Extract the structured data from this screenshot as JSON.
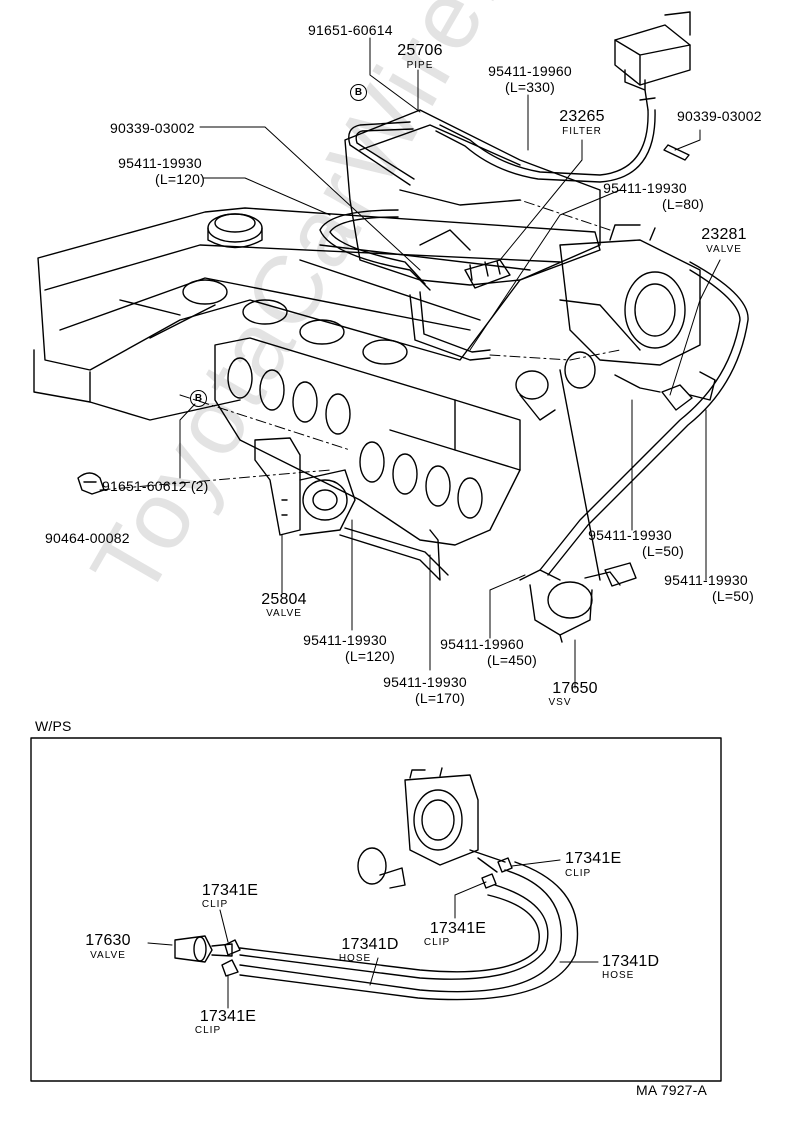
{
  "watermark": "ToyotaCarWire.ru",
  "figure_code": "MA 7927-A",
  "inset_heading": "W/PS",
  "markers": [
    "B",
    "B"
  ],
  "callouts": {
    "p91651_60614": "91651-60614",
    "p25706": {
      "no": "25706",
      "name": "PIPE"
    },
    "p95411_19960_top": {
      "no": "95411-19960",
      "len": "(L=330)"
    },
    "p23265": {
      "no": "23265",
      "name": "FILTER"
    },
    "p90339_left": "90339-03002",
    "p90339_right": "90339-03002",
    "p95411_19930_120a": {
      "no": "95411-19930",
      "len": "(L=120)"
    },
    "p95411_19930_80": {
      "no": "95411-19930",
      "len": "(L=80)"
    },
    "p23281": {
      "no": "23281",
      "name": "VALVE"
    },
    "p91651_60612": "91651-60612 (2)",
    "p90464": "90464-00082",
    "p25804": {
      "no": "25804",
      "name": "VALVE"
    },
    "p95411_19930_120b": {
      "no": "95411-19930",
      "len": "(L=120)"
    },
    "p95411_19930_170": {
      "no": "95411-19930",
      "len": "(L=170)"
    },
    "p95411_19930_50a": {
      "no": "95411-19930",
      "len": "(L=50)"
    },
    "p95411_19930_50b": {
      "no": "95411-19930",
      "len": "(L=50)"
    },
    "p95411_19960_bottom": {
      "no": "95411-19960",
      "len": "(L=450)"
    },
    "p17650": {
      "no": "17650",
      "name": "VSV"
    }
  },
  "inset_callouts": {
    "clip_top_right": {
      "no": "17341E",
      "name": "CLIP"
    },
    "clip_left_top": {
      "no": "17341E",
      "name": "CLIP"
    },
    "valve_17630": {
      "no": "17630",
      "name": "VALVE"
    },
    "clip_center": {
      "no": "17341E",
      "name": "CLIP"
    },
    "hose_center": {
      "no": "17341D",
      "name": "HOSE"
    },
    "hose_right": {
      "no": "17341D",
      "name": "HOSE"
    },
    "clip_left_bottom": {
      "no": "17341E",
      "name": "CLIP"
    }
  }
}
